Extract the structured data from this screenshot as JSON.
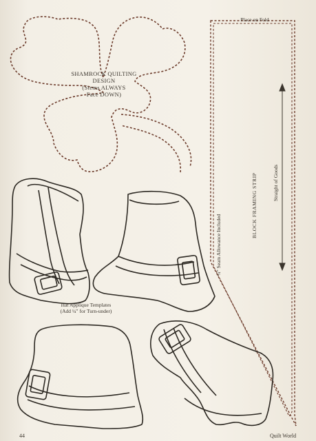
{
  "shamrock": {
    "line1": "SHAMROCK QUILTING",
    "line2": "DESIGN",
    "line3": "(Stems ALWAYS",
    "line4": "Face DOWN)"
  },
  "hats": {
    "line1": "Hat Applique Templates",
    "line2": "(Add ¼\" for Turn-under)"
  },
  "strip": {
    "fold_label": "Place on Fold",
    "seam_label": "¼\" Seam Allowance Included",
    "title": "BLOCK FRAMING STRIP",
    "grain_label": "Straight of Goods"
  },
  "footer": {
    "page_number": "44",
    "publication": "Quilt World"
  },
  "colors": {
    "ink": "#3a342c",
    "paper": "#f5f1e8",
    "dash": "#6b3a2a"
  },
  "icons": [
    "shamrock-outline",
    "hat-outline",
    "double-arrow"
  ]
}
